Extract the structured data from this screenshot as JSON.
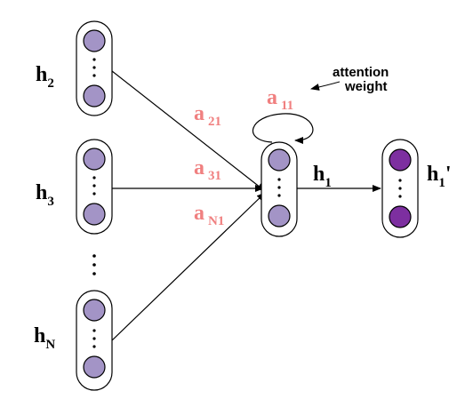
{
  "nodes": {
    "h2": {
      "base": "h",
      "sub": "2",
      "prime": ""
    },
    "h3": {
      "base": "h",
      "sub": "3",
      "prime": ""
    },
    "hN": {
      "base": "h",
      "sub": "N",
      "prime": ""
    },
    "h1_out": {
      "base": "h",
      "sub": "1",
      "prime": ""
    },
    "h1_prime": {
      "base": "h",
      "sub": "1",
      "prime": "'"
    }
  },
  "weights": {
    "a21": {
      "base": "a",
      "sub": "21"
    },
    "a31": {
      "base": "a",
      "sub": "31"
    },
    "aN1": {
      "base": "a",
      "sub": "N1"
    },
    "a11": {
      "base": "a",
      "sub": "11"
    }
  },
  "annotation": {
    "line1": "attention",
    "line2": "weight"
  },
  "colors": {
    "light_node": "#a394c6",
    "dark_node": "#7d2fa0",
    "weight_text": "#f08080",
    "stroke": "#000000"
  },
  "icons": {
    "ellipsis": "vertical-dots"
  }
}
